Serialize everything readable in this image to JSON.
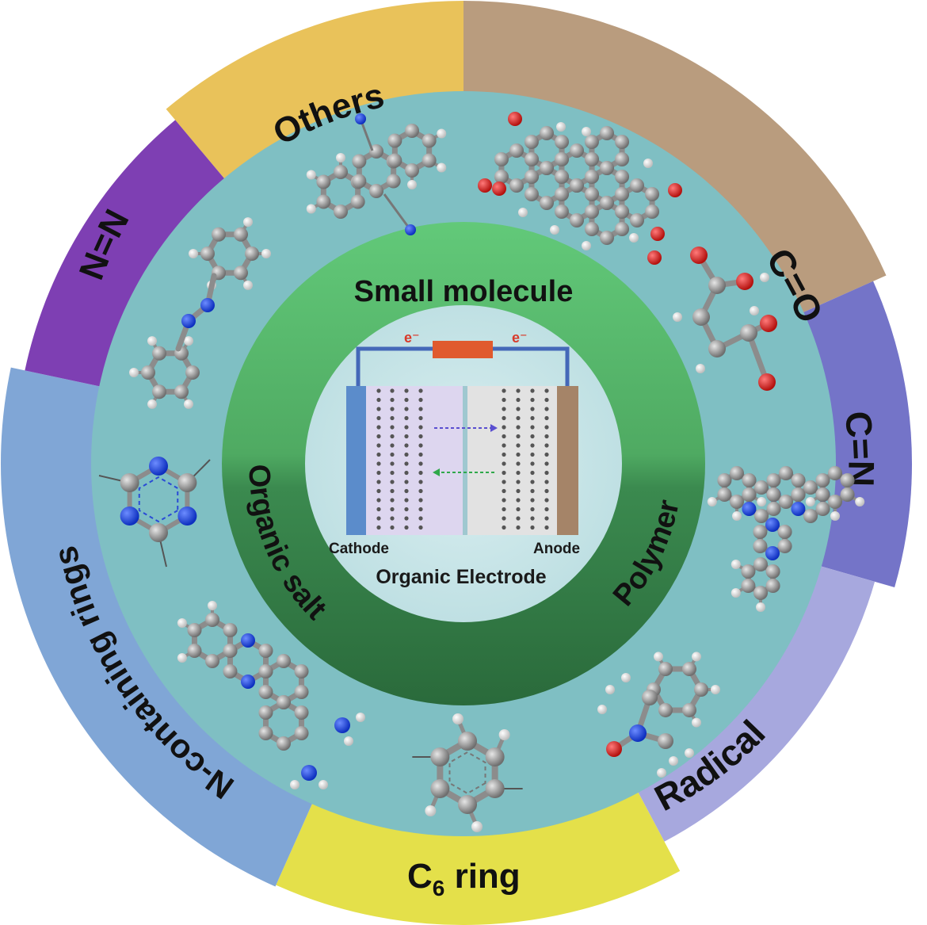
{
  "outer_ring": {
    "segments": [
      {
        "label": "Others",
        "color": "#E9C25A"
      },
      {
        "label": "C=O",
        "color": "#B99C7E"
      },
      {
        "label": "C=N",
        "color": "#7474C8"
      },
      {
        "label": "Radical",
        "color": "#A7A8DE"
      },
      {
        "label": "C",
        "sub": "6",
        "suffix": " ring",
        "color": "#E4E04A"
      },
      {
        "label": "N-containing rings",
        "color": "#80A6D6"
      },
      {
        "label": "N=N",
        "color": "#7E3FB3"
      }
    ]
  },
  "middle_ring": {
    "color": "#7FBFC3"
  },
  "category_ring": {
    "small_molecule": "Small molecule",
    "organic_salt": "Organic salt",
    "polymer": "Polymer",
    "top_color": "#5DC576",
    "bottom_color": "#2D6D3E"
  },
  "battery": {
    "electron_left": "e⁻",
    "electron_right": "e⁻",
    "cathode": "Cathode",
    "anode": "Anode",
    "caption": "Organic Electrode",
    "wire_color": "#4468B8",
    "resistor_color": "#E05A2E",
    "cathode_color": "#5B8CCB",
    "anode_color": "#A58468"
  },
  "icons": [
    "carbonyl-molecule-icon",
    "maleic-acid-molecule-icon",
    "phenazine-polymer-molecule-icon",
    "nitroxide-radical-molecule-icon",
    "benzene-ring-icon",
    "diaminophenazine-molecule-icon",
    "triazine-ring-icon",
    "azobenzene-molecule-icon",
    "dicyanoanthracene-molecule-icon"
  ]
}
